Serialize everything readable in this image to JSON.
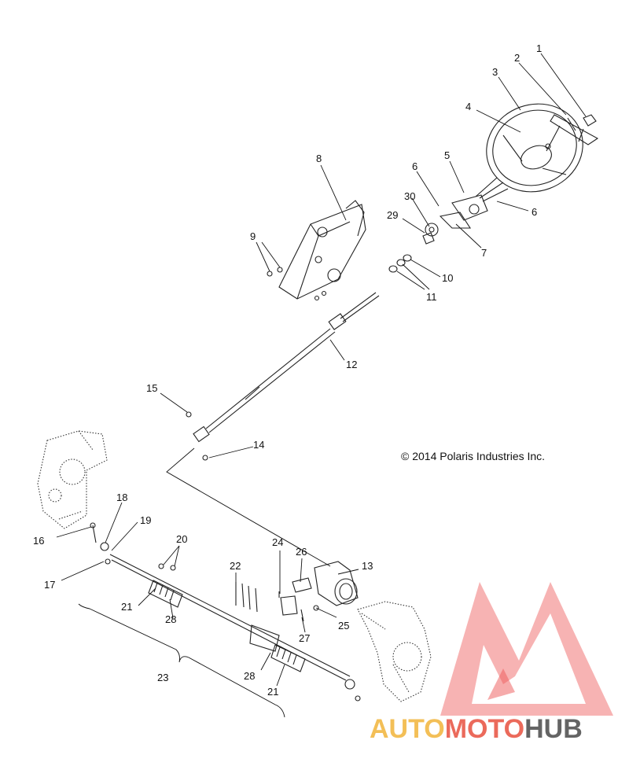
{
  "copyright": "© 2014 Polaris Industries Inc.",
  "watermark": {
    "brand_left": "AUTO",
    "brand_mid": "MOTO",
    "brand_right": "HUB",
    "colors": {
      "left": "#f2b53a",
      "mid": "#e8513f",
      "right": "#4a4a4a",
      "logo": "#ea3a3a"
    }
  },
  "callouts": [
    {
      "id": "1",
      "label": "1"
    },
    {
      "id": "2",
      "label": "2"
    },
    {
      "id": "3",
      "label": "3"
    },
    {
      "id": "4",
      "label": "4"
    },
    {
      "id": "5",
      "label": "5"
    },
    {
      "id": "6a",
      "label": "6"
    },
    {
      "id": "6b",
      "label": "6"
    },
    {
      "id": "7",
      "label": "7"
    },
    {
      "id": "8",
      "label": "8"
    },
    {
      "id": "9",
      "label": "9"
    },
    {
      "id": "10",
      "label": "10"
    },
    {
      "id": "11",
      "label": "11"
    },
    {
      "id": "12",
      "label": "12"
    },
    {
      "id": "13",
      "label": "13"
    },
    {
      "id": "14",
      "label": "14"
    },
    {
      "id": "15",
      "label": "15"
    },
    {
      "id": "16",
      "label": "16"
    },
    {
      "id": "17",
      "label": "17"
    },
    {
      "id": "18",
      "label": "18"
    },
    {
      "id": "19",
      "label": "19"
    },
    {
      "id": "20",
      "label": "20"
    },
    {
      "id": "21a",
      "label": "21"
    },
    {
      "id": "21b",
      "label": "21"
    },
    {
      "id": "22",
      "label": "22"
    },
    {
      "id": "23",
      "label": "23"
    },
    {
      "id": "24",
      "label": "24"
    },
    {
      "id": "25",
      "label": "25"
    },
    {
      "id": "26",
      "label": "26"
    },
    {
      "id": "27",
      "label": "27"
    },
    {
      "id": "28a",
      "label": "28"
    },
    {
      "id": "28b",
      "label": "28"
    },
    {
      "id": "29",
      "label": "29"
    },
    {
      "id": "30",
      "label": "30"
    }
  ]
}
